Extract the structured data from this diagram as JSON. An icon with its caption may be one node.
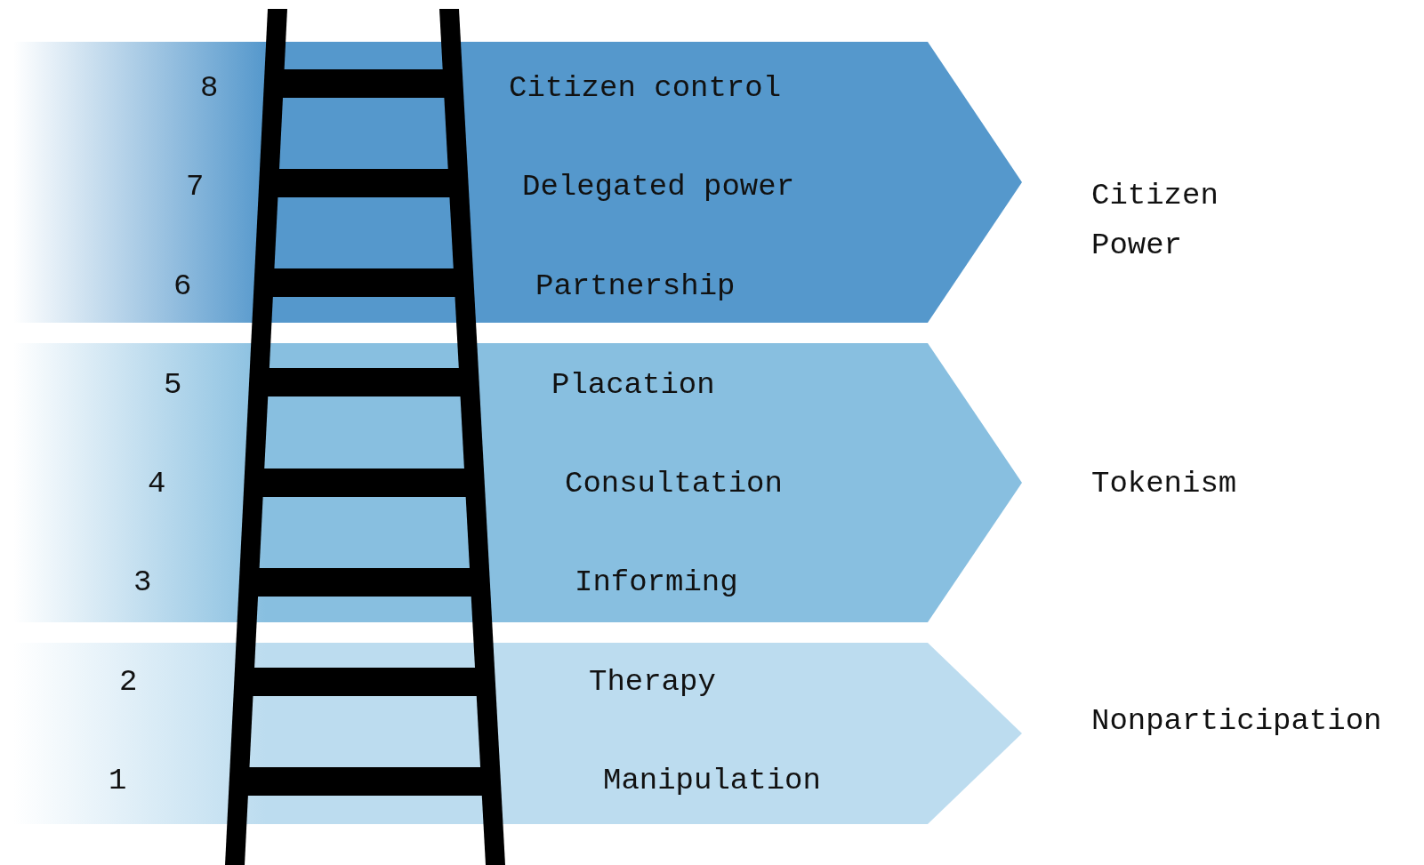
{
  "diagram": {
    "nodes": [
      {
        "text": [
          "Citizen Power"
        ]
      },
      {
        "text": [
          "Citizen control"
        ],
        "beside": [
          "8"
        ],
        "in": 0
      },
      {
        "text": [
          "Delegated power"
        ],
        "beside": [
          "7"
        ],
        "in": 0
      },
      {
        "text": [
          "Partnership"
        ],
        "beside": [
          "6"
        ],
        "in": 0
      },
      {
        "text": [
          "Tokenism"
        ]
      },
      {
        "text": [
          "Placation"
        ],
        "beside": [
          "5"
        ],
        "in": 4
      },
      {
        "text": [
          "Consultation"
        ],
        "beside": [
          "4"
        ],
        "in": 4
      },
      {
        "text": [
          "Informing"
        ],
        "beside": [
          "3"
        ],
        "in": 4
      },
      {
        "text": [
          "Nonparticipation"
        ]
      },
      {
        "text": [
          "Therapy"
        ],
        "beside": [
          "2"
        ],
        "in": 8
      },
      {
        "text": [
          "Manipulation"
        ],
        "beside": [
          "1"
        ],
        "in": 8
      }
    ],
    "edges": []
  }
}
